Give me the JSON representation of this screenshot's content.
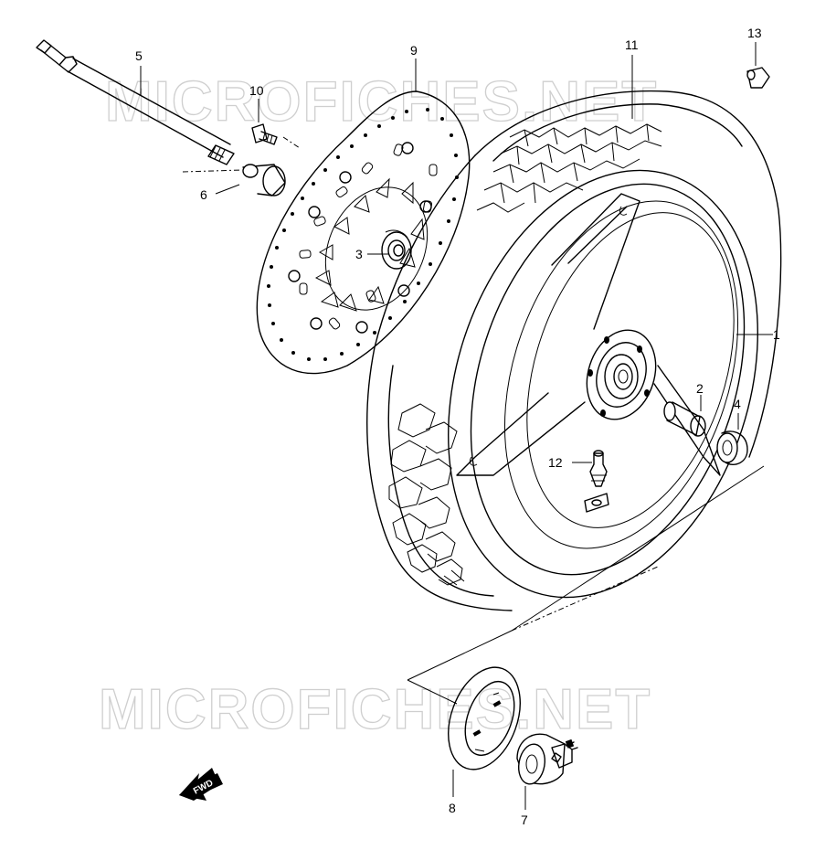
{
  "watermarks": [
    "MICROFICHES.NET",
    "MICROFICHES.NET"
  ],
  "fwd_label": "FWD",
  "callouts": [
    {
      "id": "1",
      "label": "1",
      "part": "wheel-rim"
    },
    {
      "id": "2",
      "label": "2",
      "part": "spacer"
    },
    {
      "id": "3",
      "label": "3",
      "part": "bearing"
    },
    {
      "id": "4",
      "label": "4",
      "part": "spacer-right"
    },
    {
      "id": "5",
      "label": "5",
      "part": "axle"
    },
    {
      "id": "6",
      "label": "6",
      "part": "spacer-left"
    },
    {
      "id": "7",
      "label": "7",
      "part": "speedometer-gearbox"
    },
    {
      "id": "8",
      "label": "8",
      "part": "dust-seal"
    },
    {
      "id": "9",
      "label": "9",
      "part": "brake-disc"
    },
    {
      "id": "10",
      "label": "10",
      "part": "disc-bolt"
    },
    {
      "id": "11",
      "label": "11",
      "part": "tire"
    },
    {
      "id": "12",
      "label": "12",
      "part": "valve"
    },
    {
      "id": "13",
      "label": "13",
      "part": "valve-cap"
    }
  ]
}
